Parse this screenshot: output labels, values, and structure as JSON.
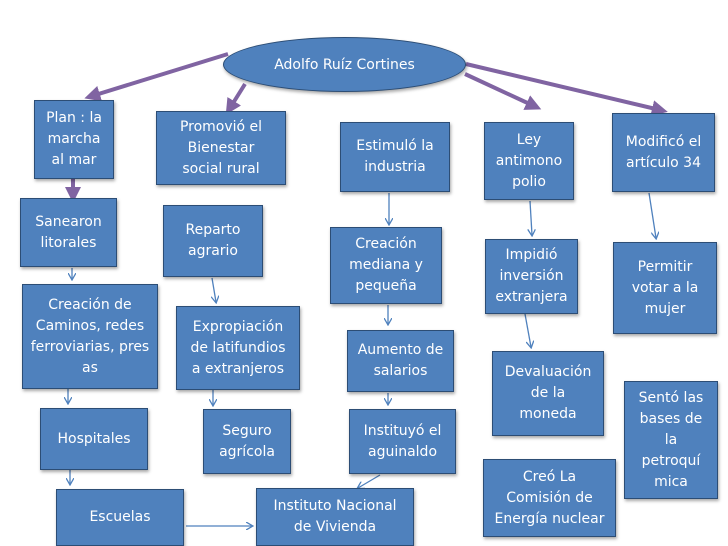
{
  "title": "Adolfo Ruíz  Cortines",
  "colors": {
    "box_fill": "#4f81bd",
    "box_border": "#2c4d75",
    "big_arrow": "#8064a2",
    "thin_arrow": "#4f81bd"
  },
  "nodes": {
    "plan_mar": "Plan : la\nmarcha\nal mar",
    "promovio": "Promovió el\nBienestar\nsocial rural",
    "estimulo": "Estimuló la\nindustria",
    "ley": "Ley\nantimono\npolio",
    "modifico": "Modificó el\nartículo 34",
    "sanearon": "Sanearon\nlitorales",
    "creacion_caminos": "Creación de\nCaminos, redes\nferroviarias, pres\nas",
    "hospitales": "Hospitales",
    "escuelas": "Escuelas",
    "reparto": "Reparto\nagrario",
    "expropiacion": "Expropiación\nde latifundios\na extranjeros",
    "seguro": "Seguro\nagrícola",
    "creacion_mediana": "Creación\nmediana y\npequeña",
    "aumento": "Aumento de\nsalarios",
    "aguinaldo": "Instituyó el\naguinaldo",
    "instituto": "Instituto Nacional\nde Vivienda",
    "impidio": "Impidió\ninversión\nextranjera",
    "devaluacion": "Devaluación\nde la\nmoneda",
    "comision": "Creó La\nComisión de\nEnergía nuclear",
    "permitir": "Permitir\nvotar a la\nmujer",
    "sento": "Sentó las\nbases de\nla\npetroquí\nmica"
  }
}
